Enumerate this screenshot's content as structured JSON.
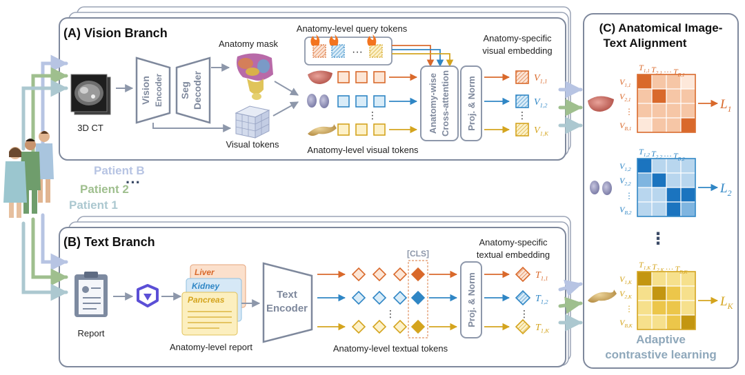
{
  "panels": {
    "vision_title": "(A) Vision Branch",
    "text_title": "(B) Text Branch",
    "align_title_1": "(C) Anatomical Image-",
    "align_title_2": "Text Alignment",
    "adaptive_1": "Adaptive",
    "adaptive_2": "contrastive learning"
  },
  "patients": {
    "b": "Patient B",
    "two": "Patient 2",
    "one": "Patient 1",
    "dots": "···"
  },
  "vision": {
    "ct_label": "3D CT",
    "encoder_1": "Vision",
    "encoder_2": "Encoder",
    "decoder_1": "Seg",
    "decoder_2": "Decoder",
    "mask_label": "Anatomy mask",
    "visual_tokens_label": "Visual tokens",
    "query_tokens_label": "Anatomy-level query tokens",
    "query_dots": "···",
    "cross_attn_1": "Anatomy-wise",
    "cross_attn_2": "Cross-attention",
    "proj_norm": "Proj. & Norm",
    "embedding_1": "Anatomy-specific",
    "embedding_2": "visual embedding",
    "level_tokens_label": "Anatomy-level visual tokens",
    "v_labels": [
      "V1,1",
      "V1,2",
      "V1,K"
    ]
  },
  "text": {
    "report_label": "Report",
    "cards": [
      "Liver",
      "Kidney",
      "Pancreas"
    ],
    "report_caption": "Anatomy-level report",
    "encoder_1": "Text",
    "encoder_2": "Encoder",
    "cls": "[CLS]",
    "proj_norm": "Proj. & Norm",
    "embedding_1": "Anatomy-specific",
    "embedding_2": "textual embedding",
    "tokens_label": "Anatomy-level textual tokens",
    "t_labels": [
      "T1,1",
      "T1,2",
      "T1,K"
    ]
  },
  "matrices": [
    {
      "cols": "T1,1 T2,1 ··· TB,1",
      "rows": [
        "V1,1",
        "V2,1",
        "⋮",
        "VB,1"
      ],
      "loss": "L1"
    },
    {
      "cols": "T1,2 T2,2 ··· TB,2",
      "rows": [
        "V1,2",
        "V2,2",
        "⋮",
        "VB,2"
      ],
      "loss": "L2"
    },
    {
      "cols": "T1,K T2,K ··· TB,K",
      "rows": [
        "V1,K",
        "V2,K",
        "⋮",
        "VB,K"
      ],
      "loss": "LK"
    }
  ],
  "colors": {
    "liver": "#d9692b",
    "kidney": "#2f86c5",
    "pancreas": "#d4a41e",
    "frame": "#8d97aa",
    "patient_b": "#b7c4e3",
    "patient_2": "#9fbf8e",
    "patient_1": "#acc8d0"
  }
}
